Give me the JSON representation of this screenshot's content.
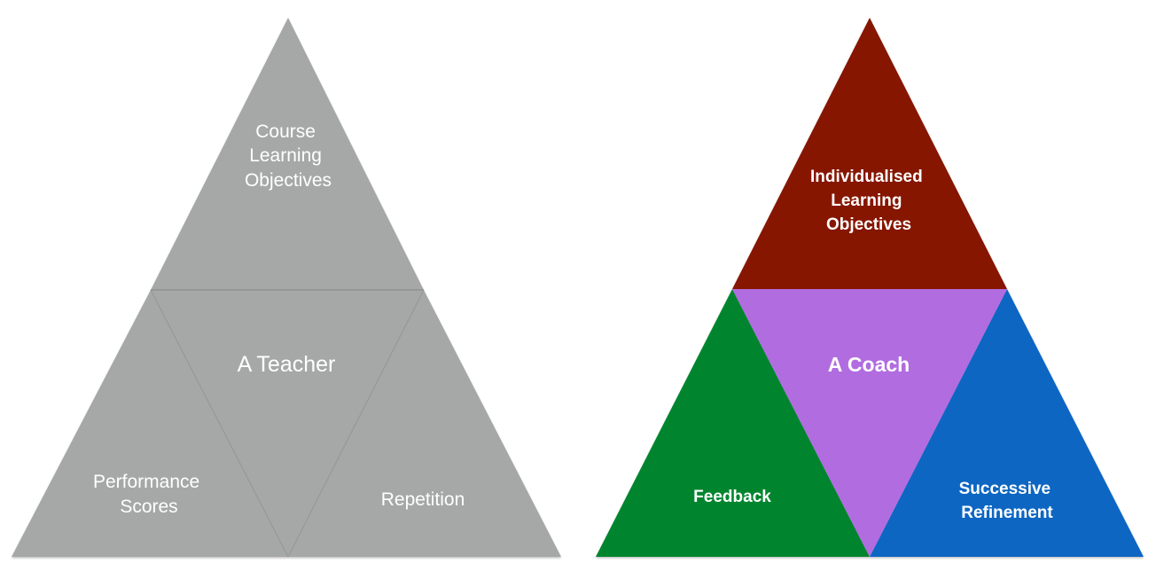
{
  "diagrams": [
    {
      "name": "teacher-triangle",
      "colors": {
        "top": "#a5a8a7",
        "center": "#a5a8a7",
        "left": "#a5a8a7",
        "right": "#a5a8a7",
        "divider": "#8e918f"
      },
      "top": {
        "lines": [
          "Course",
          "Learning",
          "Objectives"
        ]
      },
      "center": {
        "lines": [
          "A Teacher"
        ]
      },
      "left": {
        "lines": [
          "Performance",
          "Scores"
        ]
      },
      "right": {
        "lines": [
          "Repetition"
        ]
      }
    },
    {
      "name": "coach-triangle",
      "colors": {
        "top": "#861200",
        "center": "#b16ce0",
        "left": "#01852f",
        "right": "#0966c2",
        "divider": "none"
      },
      "top": {
        "lines": [
          "Individualised",
          "Learning",
          "Objectives"
        ]
      },
      "center": {
        "lines": [
          "A Coach"
        ]
      },
      "left": {
        "lines": [
          "Feedback"
        ]
      },
      "right": {
        "lines": [
          "Successive",
          "Refinement"
        ]
      }
    }
  ]
}
